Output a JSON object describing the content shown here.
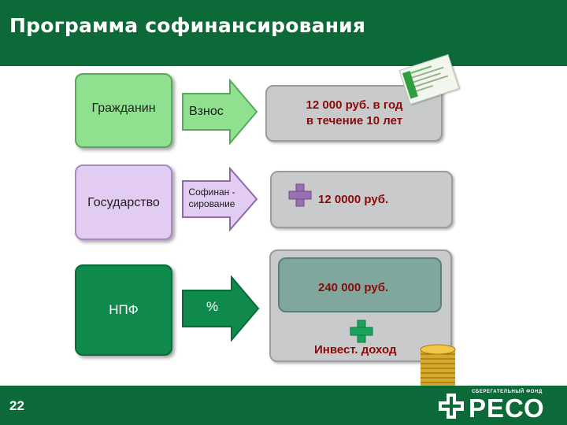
{
  "header": {
    "title": "Программа софинансирования"
  },
  "footer": {
    "page_number": "22",
    "logo_small": "СБЕРЕГАТЕЛЬНЫЙ ФОНД",
    "logo_big": "РЕСО"
  },
  "rows": {
    "citizen": {
      "label": "Гражданин",
      "arrow": "Взнос",
      "amount": "12 000 руб. в год\nв течение 10 лет"
    },
    "state": {
      "label": "Государство",
      "arrow": "Софинан -\nсирование",
      "amount": "12 0000 руб."
    },
    "npf": {
      "label": "НПФ",
      "arrow": "%",
      "amount": "240 000 руб.",
      "income": "Инвест. доход"
    }
  },
  "colors": {
    "brand_green": "#0b6a38",
    "citizen_box": "#8fe08f",
    "state_box": "#e2ccf2",
    "npf_box": "#0f8a4c",
    "result_box": "#c8cacb",
    "amount_text": "#8b0a0a"
  },
  "icons": [
    "document-icon",
    "plus-icon",
    "coins-icon",
    "reso-logo-icon"
  ]
}
